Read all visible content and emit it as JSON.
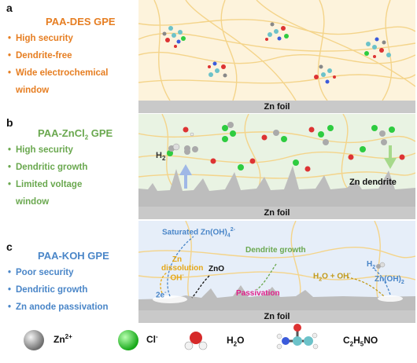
{
  "colors": {
    "panel_a": "#e67e22",
    "panel_b": "#6aa84f",
    "panel_c": "#4a86c8",
    "bg_a": "#fdf3dc",
    "bg_b": "#e9f3e3",
    "bg_c": "#e6eef9",
    "foil": "#c9c9c9",
    "fiber": "#f4d48a"
  },
  "panel_a": {
    "label": "a",
    "title": "PAA-DES GPE",
    "bullets": [
      "High security",
      "Dendrite-free",
      "Wide electrochemical",
      "window"
    ],
    "foil": "Zn foil"
  },
  "panel_b": {
    "label": "b",
    "title_main": "PAA-ZnCl",
    "title_sub": "2",
    "title_end": " GPE",
    "bullets": [
      "High security",
      "Dendritic growth",
      "Limited voltage",
      "window"
    ],
    "foil": "Zn foil",
    "h2": "H",
    "h2_sub": "2",
    "dendrite": "Zn dendrite"
  },
  "panel_c": {
    "label": "c",
    "title": "PAA-KOH GPE",
    "bullets": [
      "Poor security",
      "Dendritic growth",
      "Zn anode passivation"
    ],
    "foil": "Zn foil",
    "saturated": "Saturated Zn(OH)",
    "saturated_sub": "4",
    "saturated_sup": "2-",
    "dissolution_1": "Zn",
    "dissolution_2": "dissolution",
    "dissolution_3": "OH",
    "dissolution_3_sup": "-",
    "twoe": "2e",
    "twoe_sup": "-",
    "zno": "ZnO",
    "dendrite_growth": "Dendrite growth",
    "passivation": "Passivation",
    "h2o_oh": "H",
    "h2o_oh_sub": "2",
    "h2o_oh_end": "O + OH",
    "h2o_oh_sup": "-",
    "h2": "H",
    "h2_sub": "2",
    "znoh2": "Zn(OH)",
    "znoh2_sub": "2"
  },
  "legend": {
    "zn": "Zn",
    "zn_sup": "2+",
    "cl": "Cl",
    "cl_sup": "-",
    "h2o": "H",
    "h2o_sub": "2",
    "h2o_end": "O",
    "c2h5no_1": "C",
    "c2h5no_2": "2",
    "c2h5no_3": "H",
    "c2h5no_4": "5",
    "c2h5no_5": "NO"
  }
}
